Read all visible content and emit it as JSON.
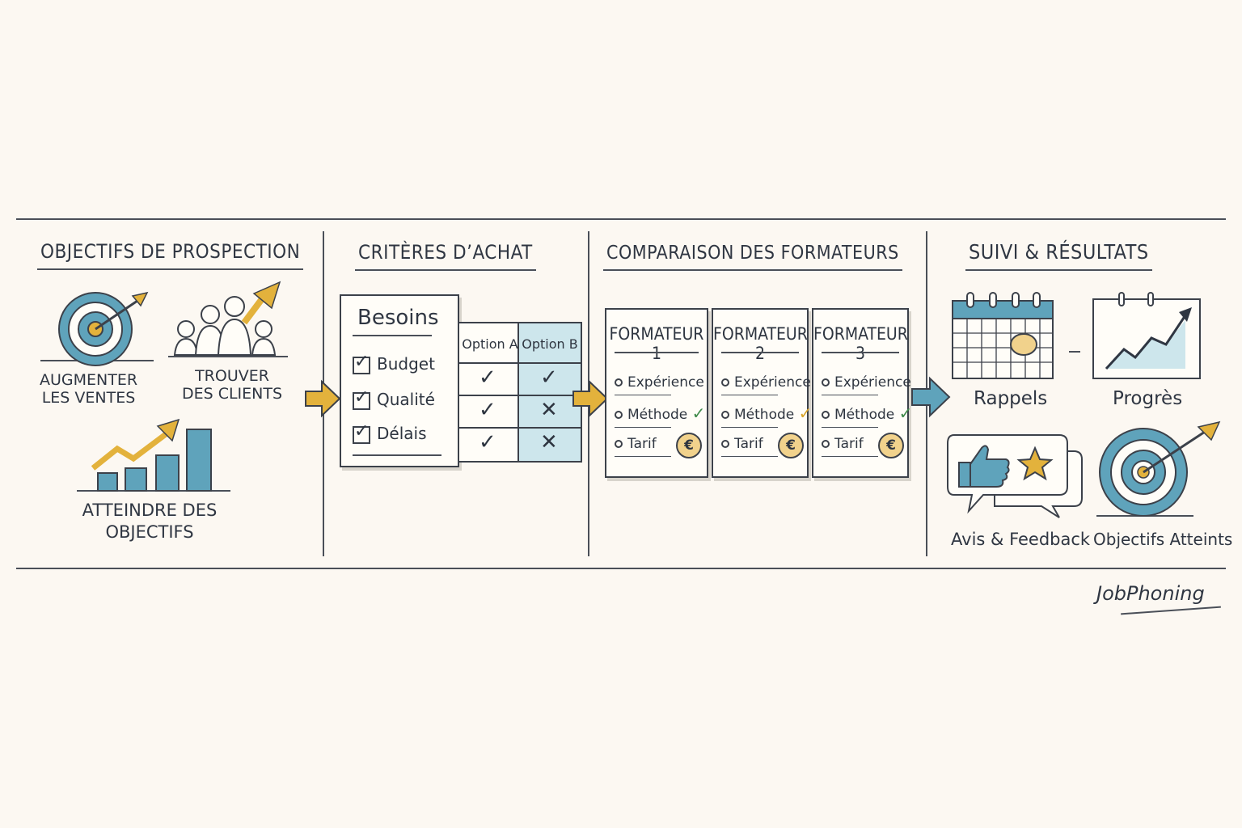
{
  "sections": [
    {
      "title": "Objectifs de Prospection"
    },
    {
      "title": "Critères d’Achat"
    },
    {
      "title": "Comparaison des Formateurs"
    },
    {
      "title": "Suivi & Résultats"
    }
  ],
  "objectives": {
    "items": [
      {
        "label_line1": "Augmenter",
        "label_line2": "les Ventes",
        "icon": "target-icon"
      },
      {
        "label_line1": "Trouver",
        "label_line2": "des Clients",
        "icon": "people-growth-icon"
      },
      {
        "label_line1": "Atteindre des",
        "label_line2": "Objectifs",
        "icon": "bar-chart-growth-icon"
      }
    ]
  },
  "criteria": {
    "needs_title": "Besoins",
    "needs": [
      "Budget",
      "Qualité",
      "Délais"
    ],
    "options": [
      "Option A",
      "Option B"
    ],
    "option_a_marks": [
      "check",
      "check",
      "check"
    ],
    "option_b_marks": [
      "check",
      "cross",
      "cross"
    ]
  },
  "trainers": [
    {
      "title": "Formateur 1",
      "rows": [
        "Expérience",
        "Méthode",
        "Tarif"
      ],
      "method_check_color": "#3f8a4a",
      "tarif_badge": "€"
    },
    {
      "title": "Formateur 2",
      "rows": [
        "Expérience",
        "Méthode",
        "Tarif"
      ],
      "method_check_color": "#d9a52b",
      "tarif_badge": "€"
    },
    {
      "title": "Formateur 3",
      "rows": [
        "Expérience",
        "Méthode",
        "Tarif"
      ],
      "method_check_color": "#3f8a4a",
      "tarif_badge": "€"
    }
  ],
  "results": [
    {
      "label": "Rappels",
      "icon": "calendar-icon"
    },
    {
      "label": "Progrès",
      "icon": "progress-chart-icon"
    },
    {
      "label": "Avis & Feedback",
      "icon": "feedback-icon"
    },
    {
      "label": "Objectifs Atteints",
      "icon": "target-icon"
    }
  ],
  "brand": "JobPhoning",
  "colors": {
    "accent_blue": "#5fa3bb",
    "light_blue": "#cde6ec",
    "accent_yellow": "#e3b23c",
    "ink": "#2f3642",
    "background": "#fcf8f2"
  }
}
